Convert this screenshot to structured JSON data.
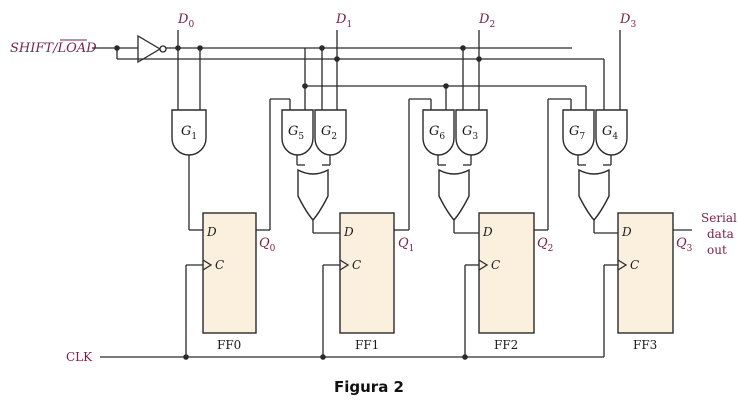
{
  "inputs": {
    "d0": "D0",
    "d1": "D1",
    "d2": "D2",
    "d3": "D3",
    "control": "SHIFT/LOAD",
    "clock": "CLK"
  },
  "gates": {
    "g1": "G1",
    "g2": "G2",
    "g3": "G3",
    "g4": "G4",
    "g5": "G5",
    "g6": "G6",
    "g7": "G7"
  },
  "flipflops": {
    "ff0": "FF0",
    "ff1": "FF1",
    "ff2": "FF2",
    "ff3": "FF3",
    "d_pin": "D",
    "c_pin": "C"
  },
  "outputs": {
    "q0": "Q0",
    "q1": "Q1",
    "q2": "Q2",
    "q3": "Q3",
    "serial_line1": "Serial",
    "serial_line2": "data",
    "serial_line3": "out"
  },
  "caption": "Figura 2",
  "colors": {
    "accent": "#7a2248",
    "ff_fill": "#fbf0de"
  }
}
